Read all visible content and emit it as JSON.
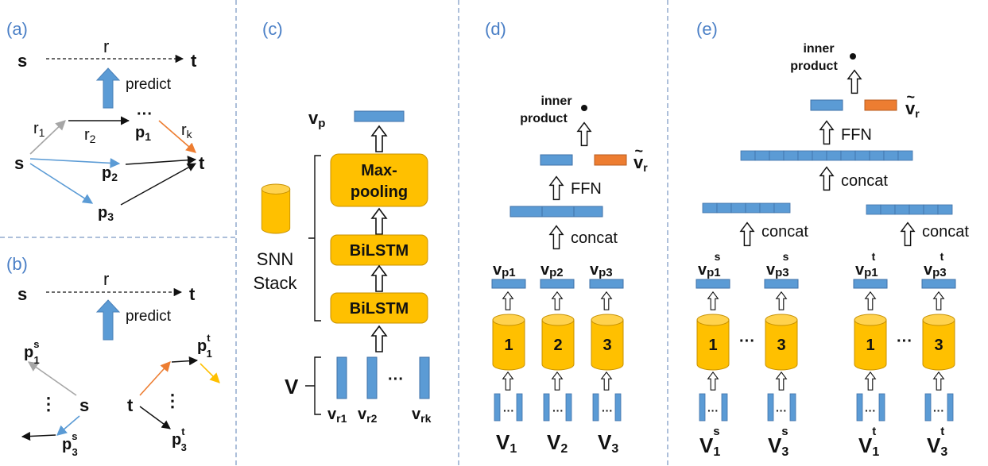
{
  "panels": {
    "a": {
      "label": "(a)",
      "s": "s",
      "r": "r",
      "t": "t",
      "predict": "predict",
      "r1_base": "r",
      "r1_sub": "1",
      "r2_base": "r",
      "r2_sub": "2",
      "rk_base": "r",
      "rk_sub": "k",
      "dots": "···",
      "p1_base": "p",
      "p1_sub": "1",
      "p2_base": "p",
      "p2_sub": "2",
      "p3_base": "p",
      "p3_sub": "3",
      "s2": "s",
      "t2": "t"
    },
    "b": {
      "label": "(b)",
      "s": "s",
      "r": "r",
      "t": "t",
      "predict": "predict",
      "p1s_base": "p",
      "p1s_sup": "s",
      "p1s_sub": "1",
      "p3s_base": "p",
      "p3s_sup": "s",
      "p3s_sub": "3",
      "p1t_base": "p",
      "p1t_sup": "t",
      "p1t_sub": "1",
      "pt_base": "p",
      "pt_sup": "t",
      "pt_sub": "3",
      "vdots1": "⋮",
      "vdots2": "⋮",
      "s2": "s",
      "t2": "t"
    },
    "c": {
      "label": "(c)",
      "vp_base": "v",
      "vp_sub": "p",
      "maxpool_line1": "Max-",
      "maxpool_line2": "pooling",
      "bilstm_top": "BiLSTM",
      "bilstm_bottom": "BiLSTM",
      "snn_line1": "SNN",
      "snn_line2": "Stack",
      "V": "V",
      "vr1_base": "v",
      "vr1_sub": "r1",
      "vr2_base": "v",
      "vr2_sub": "r2",
      "vrk_base": "v",
      "vrk_sub": "rk",
      "dots": "···"
    },
    "d": {
      "label": "(d)",
      "inner_line1": "inner",
      "inner_line2": "product",
      "vr_tilde": "~",
      "vr_base": "v",
      "vr_sub": "r",
      "ffn": "FFN",
      "concat": "concat",
      "vp1_base": "v",
      "vp1_sub": "p1",
      "vp2_base": "v",
      "vp2_sub": "p2",
      "vp3_base": "v",
      "vp3_sub": "p3",
      "cyl1": "1",
      "cyl2": "2",
      "cyl3": "3",
      "V1_base": "V",
      "V1_sub": "1",
      "V2_base": "V",
      "V2_sub": "2",
      "V3_base": "V",
      "V3_sub": "3",
      "dots": "···"
    },
    "e": {
      "label": "(e)",
      "inner_line1": "inner",
      "inner_line2": "product",
      "vr_tilde": "~",
      "vr_base": "v",
      "vr_sub": "r",
      "ffn": "FFN",
      "concat_top": "concat",
      "concat_left": "concat",
      "concat_right": "concat",
      "vp1s_base": "v",
      "vp1s_sub": "p1",
      "vp1s_sup": "s",
      "vp3s_base": "v",
      "vp3s_sub": "p3",
      "vp3s_sup": "s",
      "vp1t_base": "v",
      "vp1t_sub": "p1",
      "vp1t_sup": "t",
      "vp3t_base": "v",
      "vp3t_sub": "p3",
      "vp3t_sup": "t",
      "cyl1": "1",
      "cyl3": "3",
      "cyl1b": "1",
      "cyl3b": "3",
      "cyl_dots": "···",
      "cyl_dots2": "···",
      "V1s_base": "V",
      "V1s_sub": "1",
      "V1s_sup": "s",
      "V3s_base": "V",
      "V3s_sub": "3",
      "V3s_sup": "s",
      "V1t_base": "V",
      "V1t_sub": "1",
      "V1t_sup": "t",
      "V3t_base": "V",
      "V3t_sub": "3",
      "V3t_sup": "t",
      "dots": "···"
    }
  },
  "colors": {
    "panel_label": "#4a7fc6",
    "vector_blue": "#5b9bd5",
    "vector_orange": "#ed7d31",
    "cylinder_yellow": "#ffc000",
    "divider": "#5b7fb5",
    "arrow_gray": "#a6a6a6",
    "arrow_orange": "#ed7d31",
    "arrow_yellow": "#ffc000",
    "arrow_blue": "#5b9bd5"
  }
}
